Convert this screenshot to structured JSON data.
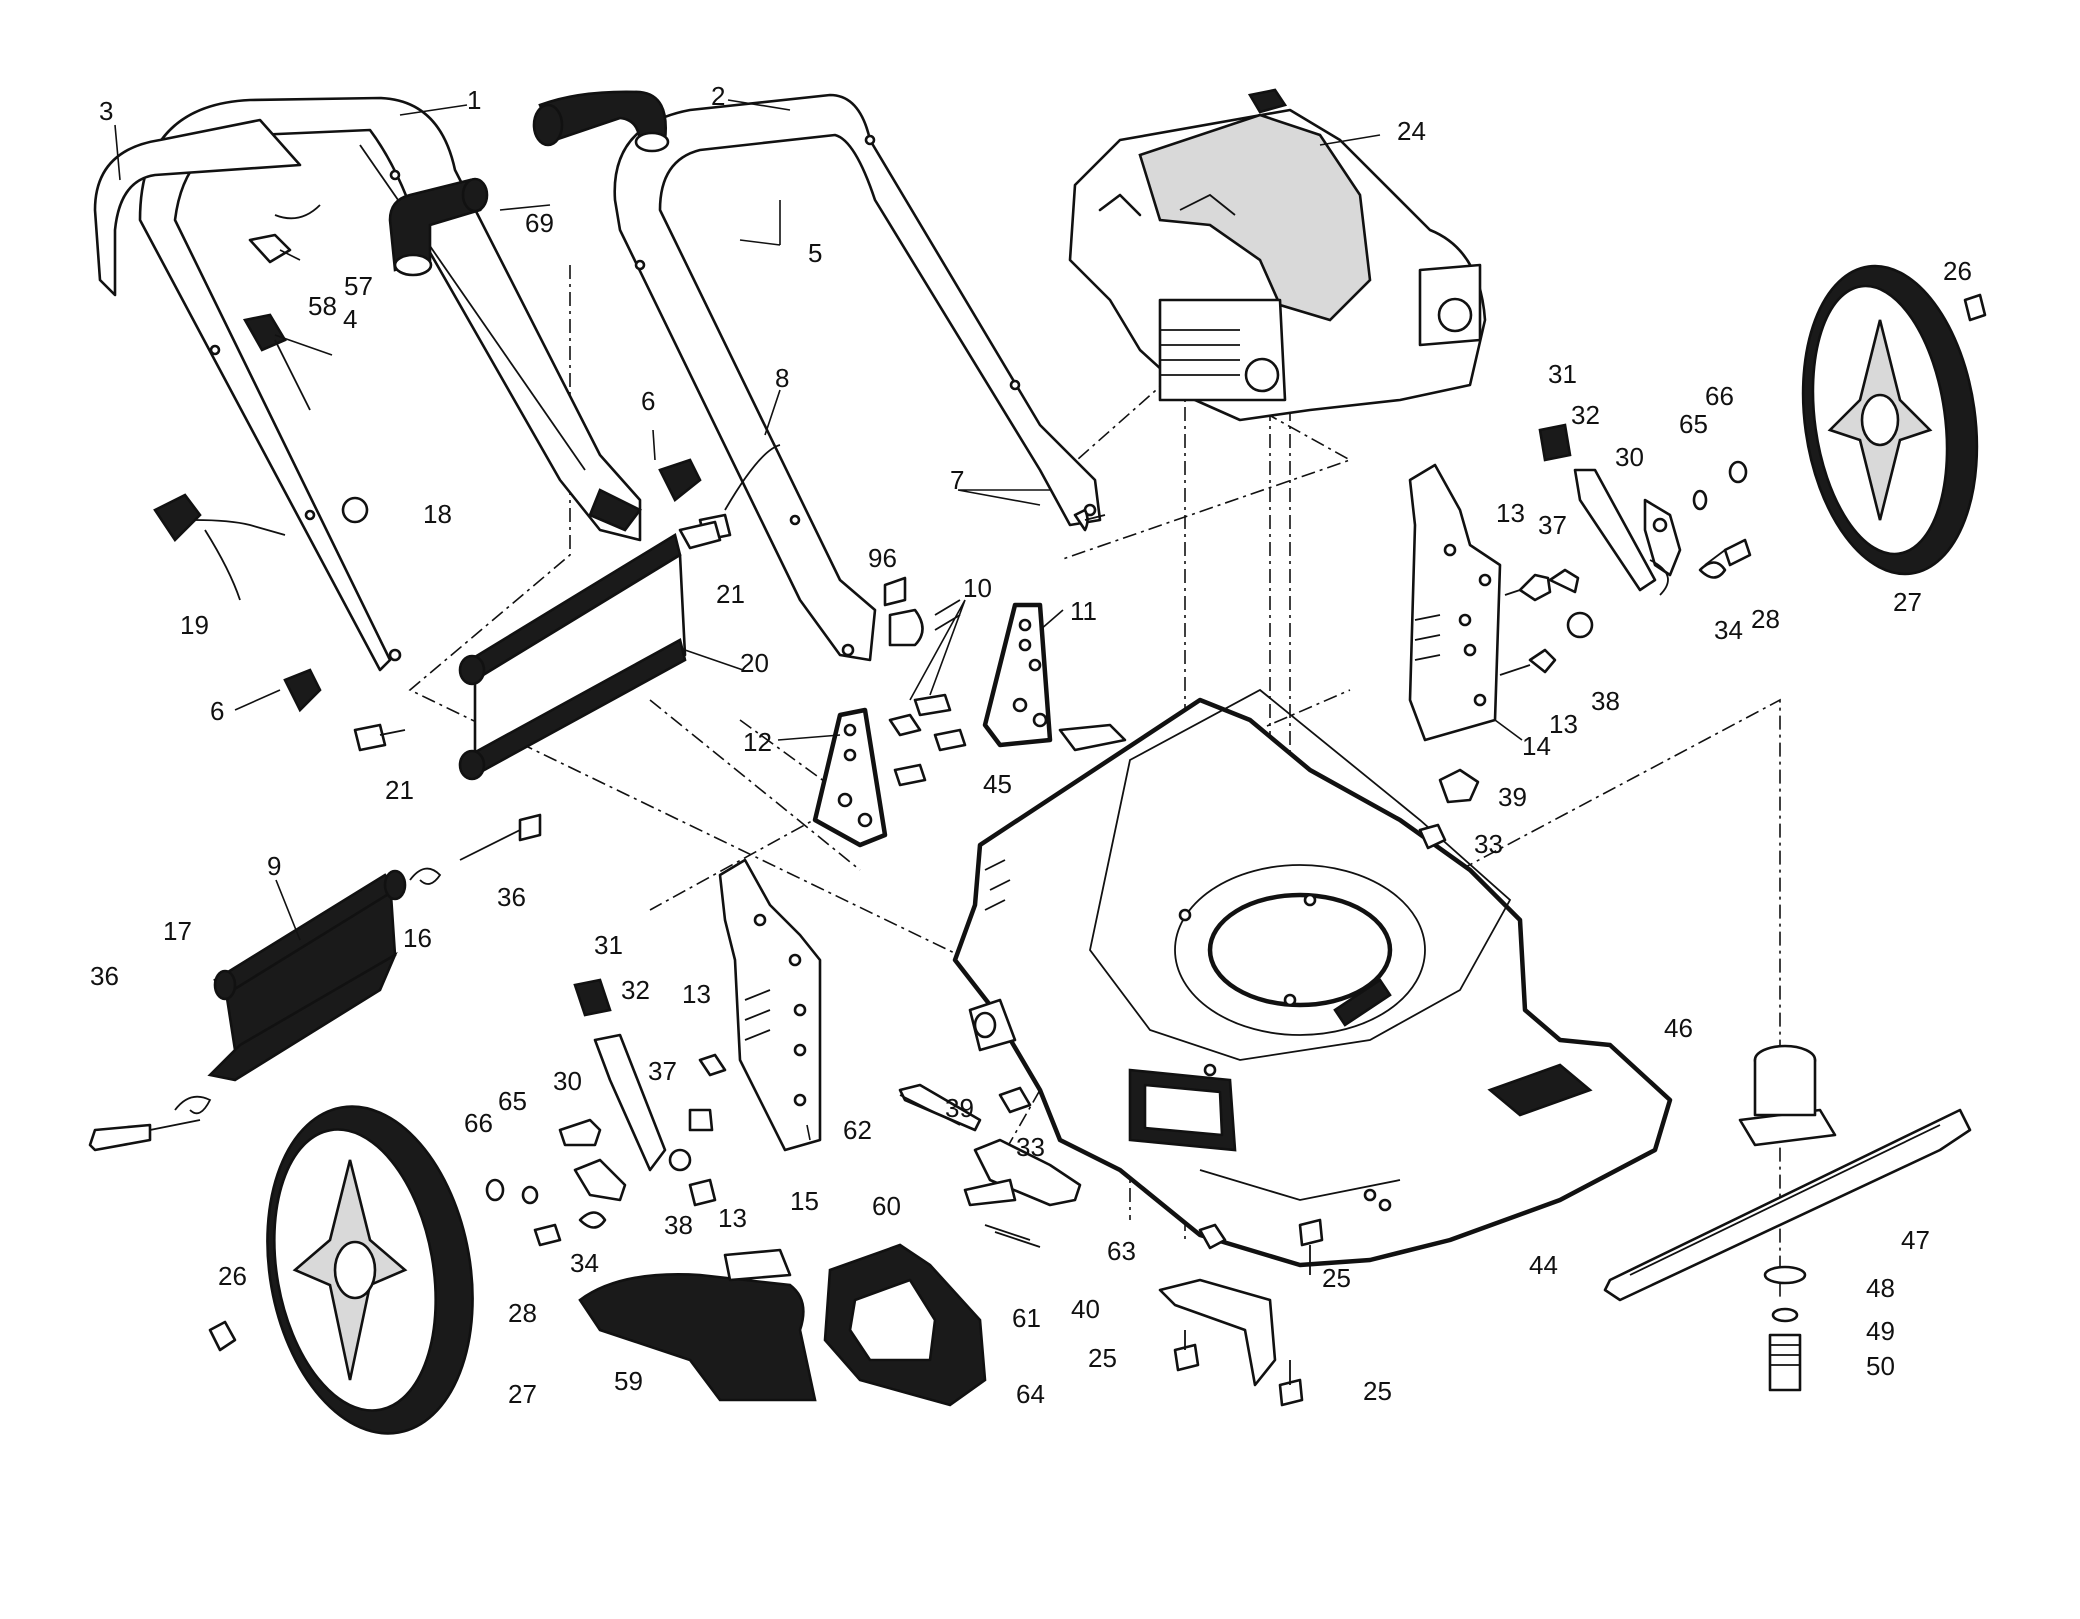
{
  "diagram": {
    "part_labels": [
      "1",
      "2",
      "3",
      "4",
      "5",
      "6",
      "6",
      "7",
      "8",
      "9",
      "10",
      "11",
      "12",
      "13",
      "13",
      "13",
      "13",
      "14",
      "15",
      "16",
      "17",
      "18",
      "19",
      "20",
      "21",
      "21",
      "24",
      "25",
      "25",
      "25",
      "26",
      "26",
      "27",
      "27",
      "28",
      "28",
      "30",
      "30",
      "31",
      "31",
      "32",
      "32",
      "33",
      "33",
      "34",
      "34",
      "36",
      "36",
      "37",
      "37",
      "38",
      "38",
      "39",
      "39",
      "40",
      "44",
      "45",
      "46",
      "47",
      "48",
      "49",
      "50",
      "57",
      "58",
      "59",
      "60",
      "61",
      "62",
      "63",
      "64",
      "65",
      "65",
      "66",
      "66",
      "69",
      "96"
    ]
  }
}
